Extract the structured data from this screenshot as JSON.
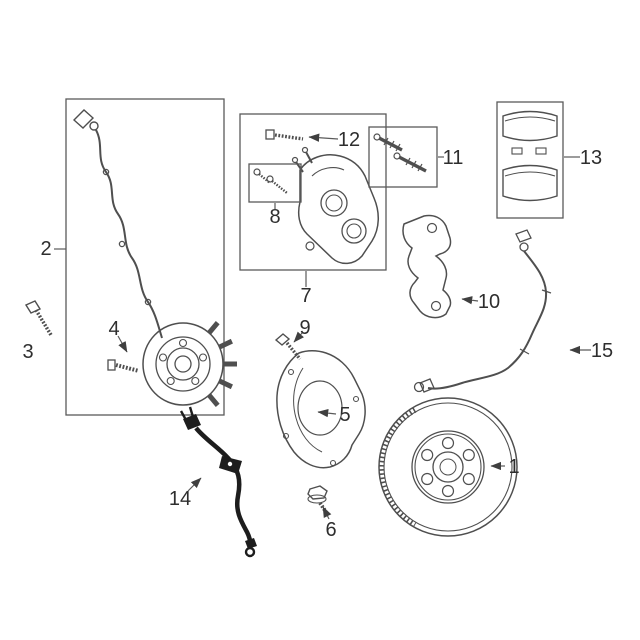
{
  "figure": {
    "type": "exploded-parts-diagram",
    "subject": "front disc brake components",
    "background_color": "#ffffff",
    "line_color": "#4f4f4f",
    "highlight_color": "#1d1d1d",
    "callouts": [
      {
        "label": "1",
        "part": "brake-rotor"
      },
      {
        "label": "2",
        "part": "hub-and-wheel-speed-sensor-group"
      },
      {
        "label": "3",
        "part": "bolt"
      },
      {
        "label": "4",
        "part": "wheel-hub-stud"
      },
      {
        "label": "5",
        "part": "brake-dust-shield"
      },
      {
        "label": "6",
        "part": "bolt"
      },
      {
        "label": "7",
        "part": "brake-caliper"
      },
      {
        "label": "8",
        "part": "bleeder-screw-kit"
      },
      {
        "label": "9",
        "part": "bolt"
      },
      {
        "label": "10",
        "part": "caliper-anchor-bracket"
      },
      {
        "label": "11",
        "part": "caliper-guide-pin-kit"
      },
      {
        "label": "12",
        "part": "caliper-bolt"
      },
      {
        "label": "13",
        "part": "brake-pad-set"
      },
      {
        "label": "14",
        "part": "brake-hydraulic-hose"
      },
      {
        "label": "15",
        "part": "abs-wheel-speed-sensor"
      }
    ]
  }
}
